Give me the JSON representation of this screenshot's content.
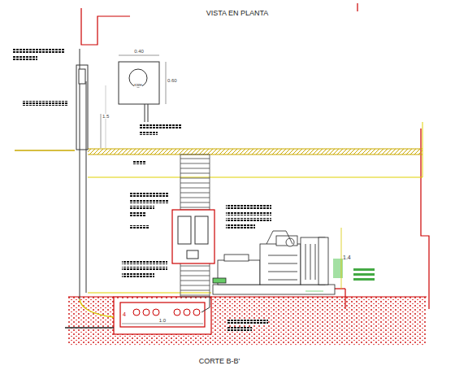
{
  "diagram": {
    "title": "VISTA EN PLANTA",
    "caption": "CORTE B-B'",
    "labels": [
      "0.40",
      "0.60",
      "1.5",
      "1.4",
      "4",
      "1.0",
      "KWH"
    ]
  }
}
